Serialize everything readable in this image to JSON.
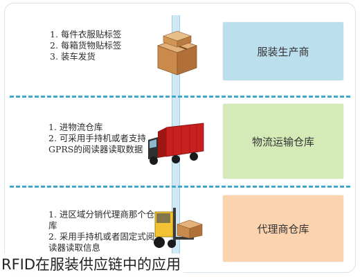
{
  "stages": [
    {
      "title": "服装生产商",
      "color": "#bcdfee",
      "steps": [
        "1. 每件衣服贴标签",
        "2. 每箱货物贴标签",
        "3. 装车发货"
      ]
    },
    {
      "title": "物流运输仓库",
      "color": "#d4ebb8",
      "steps": [
        "1. 进物流仓库",
        "2. 可采用手持机或者支持GPRS的阅读器读取数据"
      ]
    },
    {
      "title": "代理商仓库",
      "color": "#fbd3ae",
      "steps": [
        "1. 进区域分销代理商那个仓库",
        "2. 采用手持机或者固定式阅读器读取信息"
      ]
    }
  ],
  "illustrations": [
    "cardboard-boxes",
    "cargo-truck",
    "forklift"
  ],
  "colors": {
    "divider": "#3ea8cf",
    "conveyor": "#cfe8f3"
  },
  "caption": "RFID在服装供应链中的应用"
}
